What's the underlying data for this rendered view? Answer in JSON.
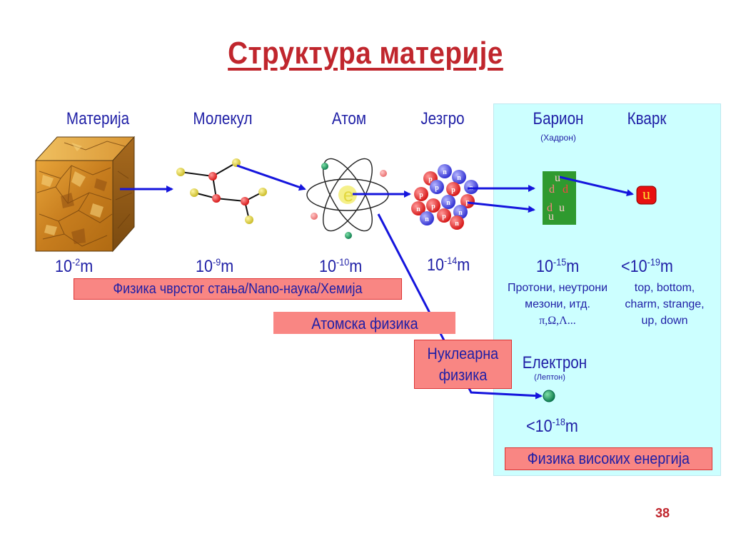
{
  "title": "Структура материје",
  "labels": {
    "materija": "Материја",
    "molekul": "Молекул",
    "atom": "Атом",
    "jezgro": "Језгро",
    "barion": "Барион",
    "hadron": "(Хадрон)",
    "kvark": "Кварк",
    "elektron": "Електрон",
    "lepton": "(Лептон)",
    "atom_letter": "e",
    "quark_letter": "u"
  },
  "scales": {
    "materija": {
      "prefix": "10",
      "exp": "-2",
      "unit": "m"
    },
    "molekul": {
      "prefix": "10",
      "exp": "-9",
      "unit": "m"
    },
    "atom": {
      "prefix": "10",
      "exp": "-10",
      "unit": "m"
    },
    "jezgro": {
      "prefix": "10",
      "exp": "-14",
      "unit": "m"
    },
    "barion": {
      "prefix": "10",
      "exp": "-15",
      "unit": "m"
    },
    "kvark": {
      "prefix": "<10",
      "exp": "-19",
      "unit": "m"
    },
    "elektron": {
      "prefix": "<10",
      "exp": "-18",
      "unit": "m"
    }
  },
  "descriptions": {
    "barion": [
      "Протони, неутрони",
      "мезони, итд.",
      "π,Ω,Λ..."
    ],
    "kvark": [
      "top, bottom,",
      "charm, strange,",
      "up, down"
    ]
  },
  "boxes": {
    "solid_state": "Физика чврстог стања/Nano-наука/Хемија",
    "atomic": "Атомска физика",
    "nuclear_line1": "Нуклеарна",
    "nuclear_line2": "физика",
    "high_energy": "Физика високих енергија"
  },
  "page_number": "38",
  "colors": {
    "title": "#c0262d",
    "text": "#1f1fa6",
    "arrow": "#1515dd",
    "box": "#f98683",
    "hep_background": "#ccffff"
  }
}
